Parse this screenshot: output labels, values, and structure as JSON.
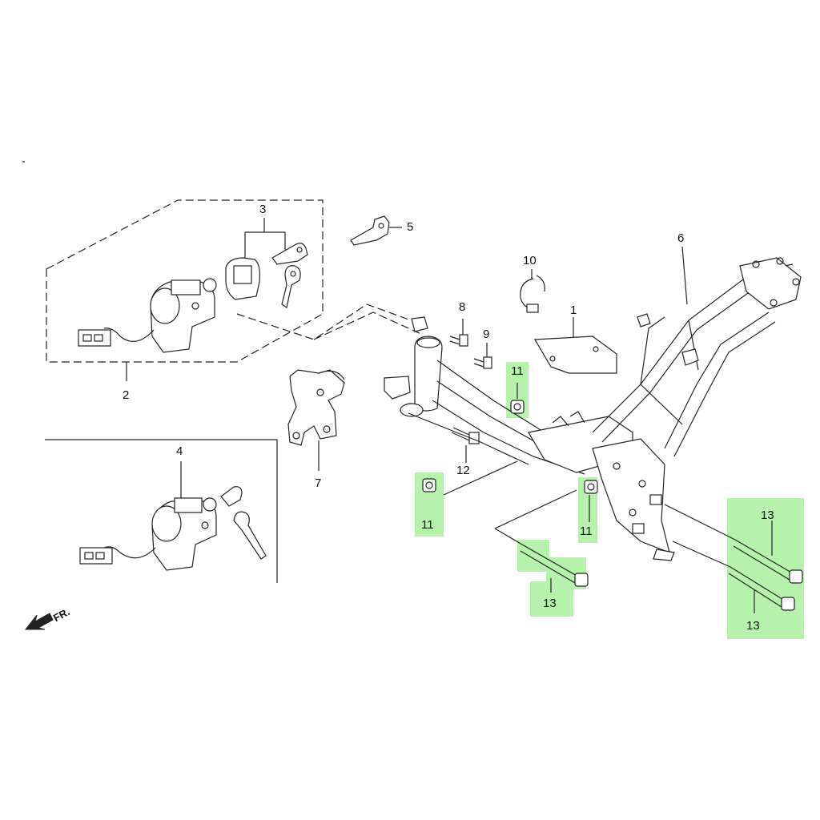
{
  "colors": {
    "highlight": "#b6f2ac",
    "line": "#222222",
    "paper": "#ffffff"
  },
  "direction": {
    "label": "FR.",
    "icon": "front-arrow-icon"
  },
  "callouts": {
    "c1": "1",
    "c2": "2",
    "c3": "3",
    "c4": "4",
    "c5": "5",
    "c6": "6",
    "c7": "7",
    "c8": "8",
    "c9": "9",
    "c10": "10",
    "c11a": "11",
    "c11b": "11",
    "c11c": "11",
    "c12": "12",
    "c13a": "13",
    "c13b": "13",
    "c13c": "13"
  },
  "highlighted_parts": [
    "11",
    "13"
  ]
}
